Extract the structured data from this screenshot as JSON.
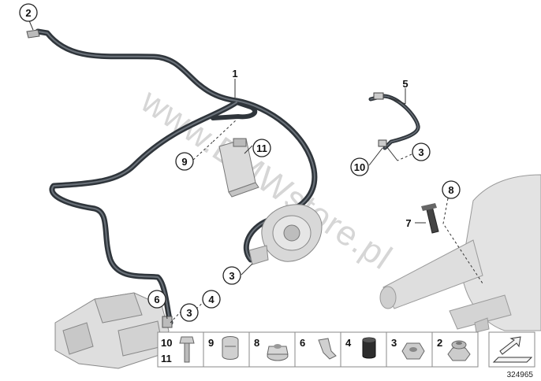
{
  "watermark": "www.BMWstore.pl",
  "diagram_id": "324965",
  "callouts": {
    "c2": "2",
    "c1": "1",
    "c5": "5",
    "c9": "9",
    "c11": "11",
    "c10": "10",
    "c3a": "3",
    "c8": "8",
    "c7": "7",
    "c3b": "3",
    "c6": "6",
    "c3c": "3",
    "c4": "4"
  },
  "legend": {
    "cell1_top": "10",
    "cell1_bottom": "11",
    "cell2": "9",
    "cell3": "8",
    "cell4": "6",
    "cell5": "4",
    "cell6": "3",
    "cell7": "2"
  },
  "colors": {
    "hose": "#2f353b",
    "hose_highlight": "#6b727a",
    "part_fill": "#dcdcdc",
    "outline": "#555555",
    "legend_border": "#888888"
  }
}
